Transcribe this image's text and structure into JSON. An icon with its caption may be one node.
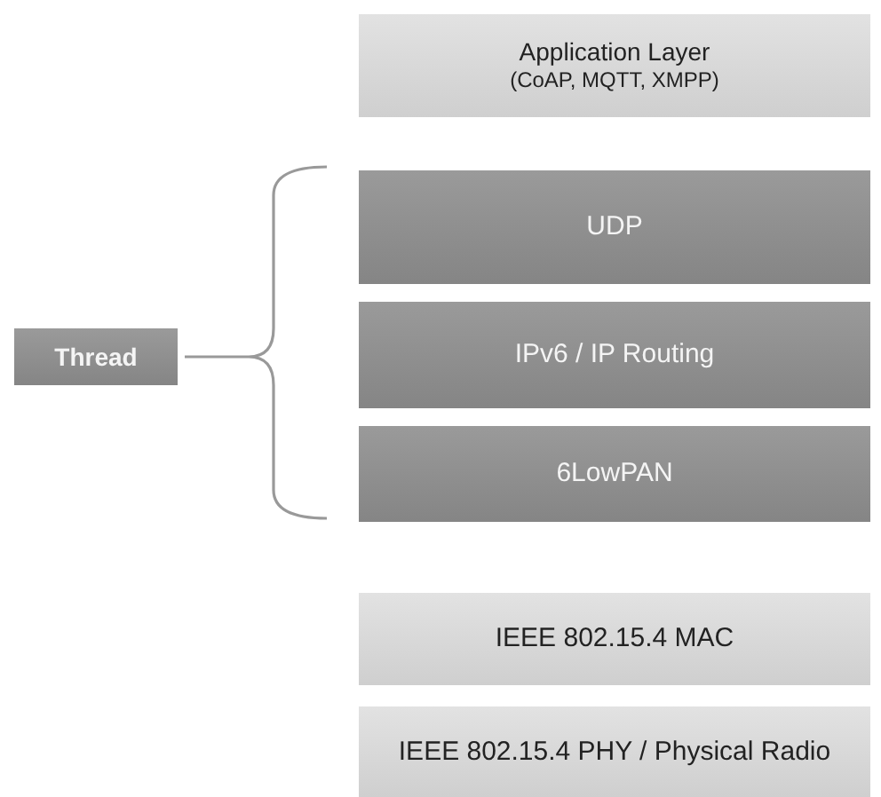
{
  "diagram": {
    "nodes": [
      {
        "text": [
          "Application Layer",
          "(CoAP, MQTT, XMPP)"
        ]
      },
      {
        "text": [
          "UDP"
        ]
      },
      {
        "text": [
          "IPv6 / IP Routing"
        ]
      },
      {
        "text": [
          "6LowPAN"
        ]
      },
      {
        "text": [
          "IEEE 802.15.4 MAC"
        ]
      },
      {
        "text": [
          "IEEE 802.15.4 PHY / Physical Radio"
        ]
      },
      {
        "text": [
          "Thread"
        ]
      }
    ]
  }
}
